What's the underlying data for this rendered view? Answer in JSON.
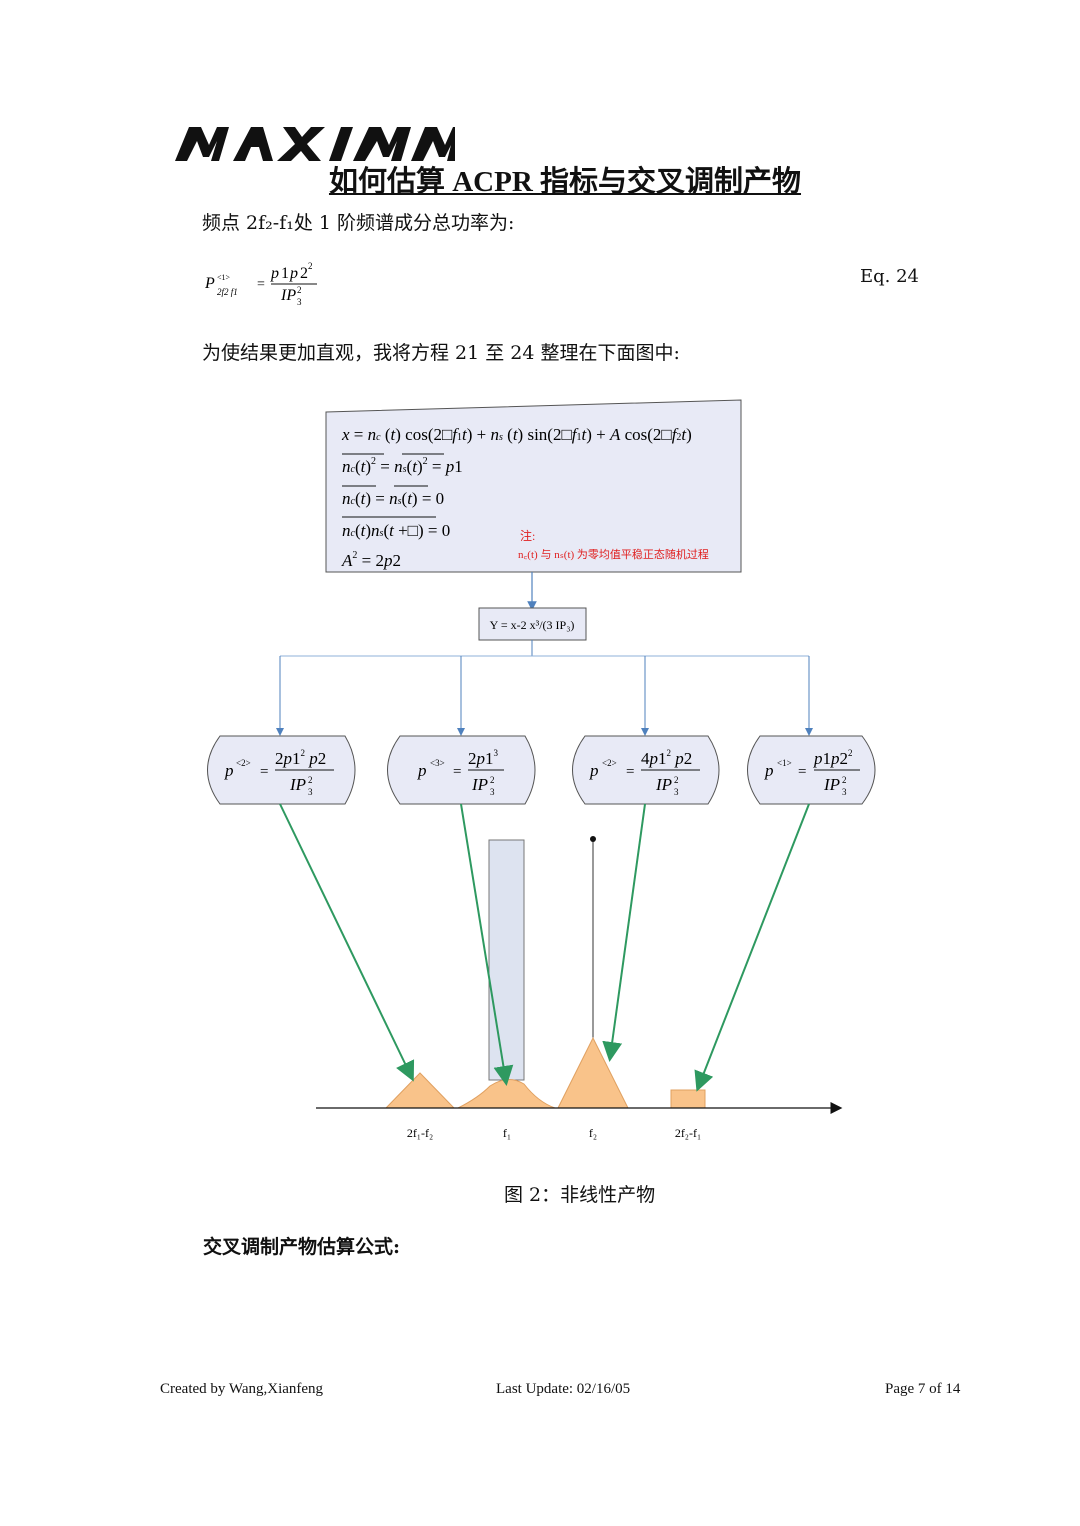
{
  "header": {
    "logo_text": "MAXIM",
    "title": "如何估算 ACPR 指标与交叉调制产物"
  },
  "content": {
    "line1": "频点 2f₂-f₁处 1 阶频谱成分总功率为:",
    "eq_label": "Eq. 24",
    "line3": "为使结果更加直观，我将方程 21 至 24 整理在下面图中:",
    "figure_caption": "图 2：非线性产物",
    "section_heading": "交叉调制产物估算公式:"
  },
  "figure": {
    "note_title": "注:",
    "note_body": "n꜀(t) 与 nₛ(t) 为零均值平稳正态随机过程",
    "transfer_function": "Y = x-2 x³/(3 IP₃)",
    "axis_labels": [
      "2f₁-f₂",
      "f₁",
      "f₂",
      "2f₂-f₁"
    ],
    "colors": {
      "box_fill": "#e8eaf6",
      "box_stroke": "#555555",
      "arrow_blue": "#4f81bd",
      "arrow_green": "#2e9960",
      "peak_fill": "#f9c38a",
      "note_red": "#e02020"
    }
  },
  "footer": {
    "created": "Created by   Wang,Xianfeng",
    "updated": "Last Update: 02/16/05",
    "page": "Page 7 of 14"
  }
}
